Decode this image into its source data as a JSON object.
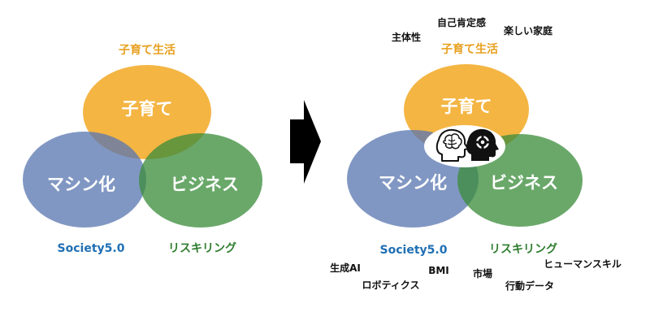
{
  "left_diagram": {
    "circles": {
      "top": "子育て",
      "left": "マシン化",
      "right": "ビジネス"
    },
    "labels": {
      "top": "子育て生活",
      "bottom_left": "Society5.0",
      "bottom_right": "リスキリング"
    }
  },
  "right_diagram": {
    "circles": {
      "top": "子育て",
      "left": "マシン化",
      "right": "ビジネス"
    },
    "labels": {
      "top": "子育て生活",
      "bottom_left": "Society5.0",
      "bottom_right": "リスキリング"
    },
    "center_icons": [
      "brain-head-icon",
      "gear-head-icon"
    ],
    "keywords_top": [
      "主体性",
      "自己肯定感",
      "楽しい家庭"
    ],
    "keywords_bottom_left": [
      "生成AI",
      "BMI",
      "ロボティクス"
    ],
    "keywords_bottom_right": [
      "市場",
      "ヒューマンスキル",
      "行動データ"
    ]
  },
  "colors": {
    "top_circle": "#F2A51A",
    "left_circle": "#5A76B0",
    "right_circle": "#3B8C3B",
    "label_top": "#E8A020",
    "label_society": "#1F6FB4",
    "label_reskilling": "#2E7D2E",
    "arrow": "#000000"
  }
}
